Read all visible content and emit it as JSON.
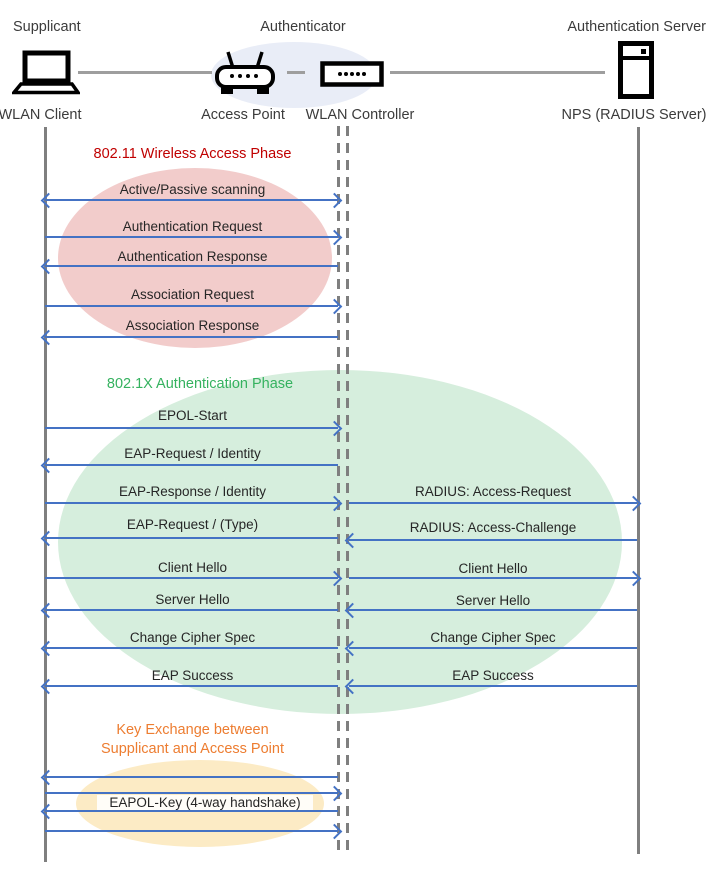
{
  "roles": {
    "supplicant": "Supplicant",
    "authenticator": "Authenticator",
    "authentication_server": "Authentication Server"
  },
  "devices": {
    "wlan_client": "WLAN Client",
    "access_point": "Access Point",
    "wlan_controller": "WLAN Controller",
    "radius_server": "NPS (RADIUS Server)"
  },
  "palette": {
    "arrow_blue": "#4472C4",
    "lifeline_gray": "#7F7F7F",
    "phase1_title_color": "#C00000",
    "phase2_title_color": "#35B25F",
    "phase3_title_color": "#ED7D31",
    "phase1_fill": "#F2CCCB",
    "phase2_fill": "#D6EEDD",
    "phase3_fill": "#FCEBC5",
    "authenticator_fill": "#E9EDF7"
  },
  "phases": [
    {
      "title": "802.11 Wireless Access Phase",
      "messages": [
        {
          "label": "Active/Passive scanning",
          "from": "WLAN Client",
          "to": "WLAN Controller",
          "direction": "both"
        },
        {
          "label": "Authentication Request",
          "from": "WLAN Client",
          "to": "WLAN Controller",
          "direction": "right"
        },
        {
          "label": "Authentication Response",
          "from": "WLAN Controller",
          "to": "WLAN Client",
          "direction": "left"
        },
        {
          "label": "Association Request",
          "from": "WLAN Client",
          "to": "WLAN Controller",
          "direction": "right"
        },
        {
          "label": "Association Response",
          "from": "WLAN Controller",
          "to": "WLAN Client",
          "direction": "left"
        }
      ]
    },
    {
      "title": "802.1X Authentication Phase",
      "client_messages": [
        {
          "label": "EPOL-Start",
          "direction": "right"
        },
        {
          "label": "EAP-Request / Identity",
          "direction": "left"
        },
        {
          "label": "EAP-Response / Identity",
          "direction": "right"
        },
        {
          "label": "EAP-Request / (Type)",
          "direction": "left"
        },
        {
          "label": "Client Hello",
          "direction": "right"
        },
        {
          "label": "Server Hello",
          "direction": "left"
        },
        {
          "label": "Change Cipher Spec",
          "direction": "left"
        },
        {
          "label": "EAP Success",
          "direction": "left"
        }
      ],
      "server_messages": [
        {
          "label": "RADIUS: Access-Request",
          "direction": "right"
        },
        {
          "label": "RADIUS: Access-Challenge",
          "direction": "left"
        },
        {
          "label": "Client Hello",
          "direction": "right"
        },
        {
          "label": "Server Hello",
          "direction": "left"
        },
        {
          "label": "Change Cipher Spec",
          "direction": "left"
        },
        {
          "label": "EAP Success",
          "direction": "left"
        }
      ]
    },
    {
      "title_line1": "Key Exchange between",
      "title_line2": "Supplicant and Access Point",
      "messages": [
        {
          "label": "",
          "direction": "left"
        },
        {
          "label": "",
          "direction": "right"
        },
        {
          "label": "EAPOL-Key (4-way handshake)",
          "direction": "left"
        },
        {
          "label": "",
          "direction": "right"
        }
      ]
    }
  ]
}
